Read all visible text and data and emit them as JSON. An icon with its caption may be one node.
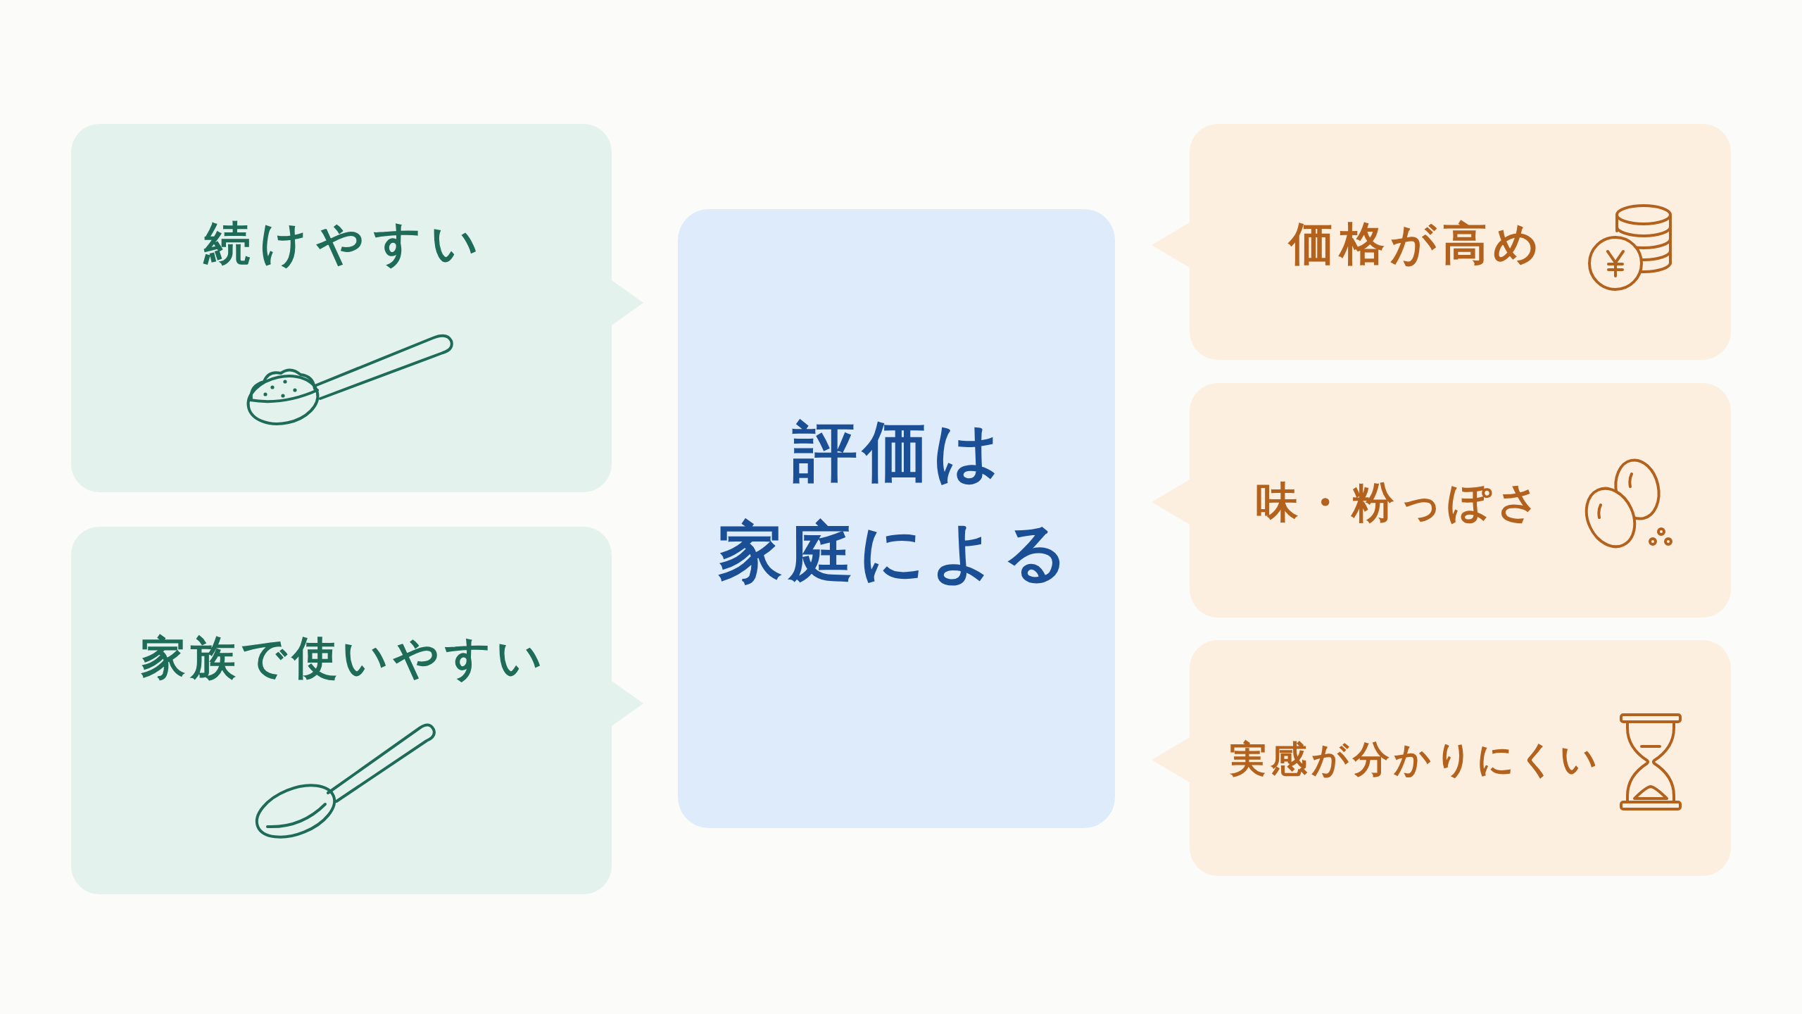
{
  "diagram": {
    "nodes": [
      {
        "text": [
          "続けやすい"
        ]
      },
      {
        "text": [
          "家族で使いやすい"
        ]
      },
      {
        "text": [
          "評価は家庭による"
        ]
      },
      {
        "text": [
          "価格が高め"
        ]
      },
      {
        "text": [
          "味・粉っぽさ"
        ]
      },
      {
        "text": [
          "実感が分かりにくい"
        ]
      }
    ]
  }
}
